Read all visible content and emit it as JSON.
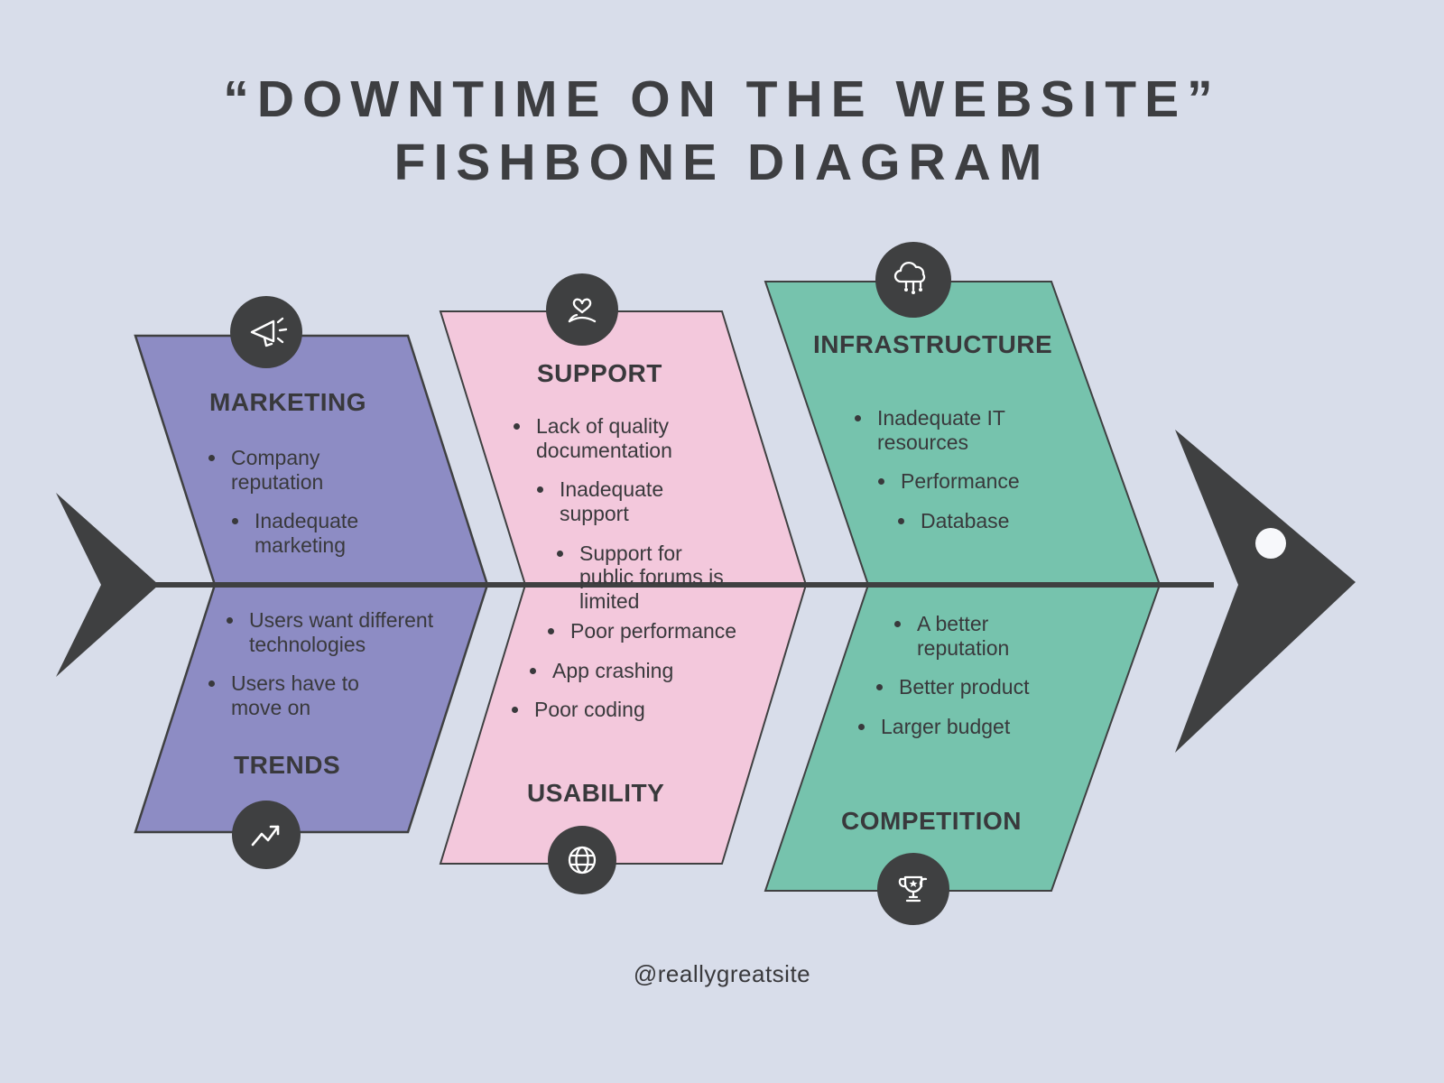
{
  "title": {
    "line1": "“DOWNTIME ON THE WEBSITE”",
    "line2": "FISHBONE DIAGRAM"
  },
  "footer": "@reallygreatsite",
  "colors": {
    "background": "#d8ddea",
    "dark": "#3f4041",
    "purple_band": "#8d8cc4",
    "pink_band": "#f3c8dc",
    "teal_band": "#76c3ad",
    "icon_circle": "#3f4041",
    "eye": "#f7f8fb",
    "text": "#39393c"
  },
  "icons": [
    "megaphone-icon",
    "trend-up-icon",
    "hand-heart-icon",
    "globe-icon",
    "cloud-network-icon",
    "trophy-icon"
  ],
  "bands": [
    {
      "color": "#8d8cc4",
      "top": {
        "label": "MARKETING",
        "icon": "megaphone-icon",
        "items": [
          "Company reputation",
          "Inadequate marketing"
        ]
      },
      "bottom": {
        "label": "TRENDS",
        "icon": "trend-up-icon",
        "items": [
          "Users want different technologies",
          "Users have to move on"
        ]
      }
    },
    {
      "color": "#f3c8dc",
      "top": {
        "label": "SUPPORT",
        "icon": "hand-heart-icon",
        "items": [
          "Lack of quality documentation",
          "Inadequate support",
          "Support for public forums is limited"
        ]
      },
      "bottom": {
        "label": "USABILITY",
        "icon": "globe-icon",
        "items": [
          "Poor performance",
          "App crashing",
          "Poor coding"
        ]
      }
    },
    {
      "color": "#76c3ad",
      "top": {
        "label": "INFRASTRUCTURE",
        "icon": "cloud-network-icon",
        "items": [
          "Inadequate IT resources",
          "Performance",
          "Database"
        ]
      },
      "bottom": {
        "label": "COMPETITION",
        "icon": "trophy-icon",
        "items": [
          "A better reputation",
          "Better product",
          "Larger budget"
        ]
      }
    }
  ]
}
